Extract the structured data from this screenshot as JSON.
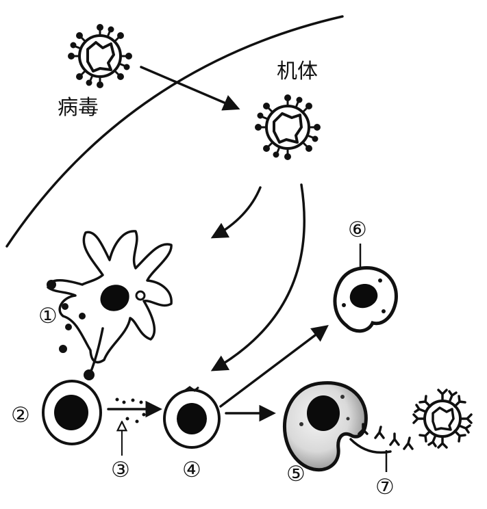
{
  "labels": {
    "virus": "病毒",
    "body": "机体"
  },
  "markers": {
    "m1": "①",
    "m2": "②",
    "m3": "③",
    "m4": "④",
    "m5": "⑤",
    "m6": "⑥",
    "m7": "⑦"
  }
}
